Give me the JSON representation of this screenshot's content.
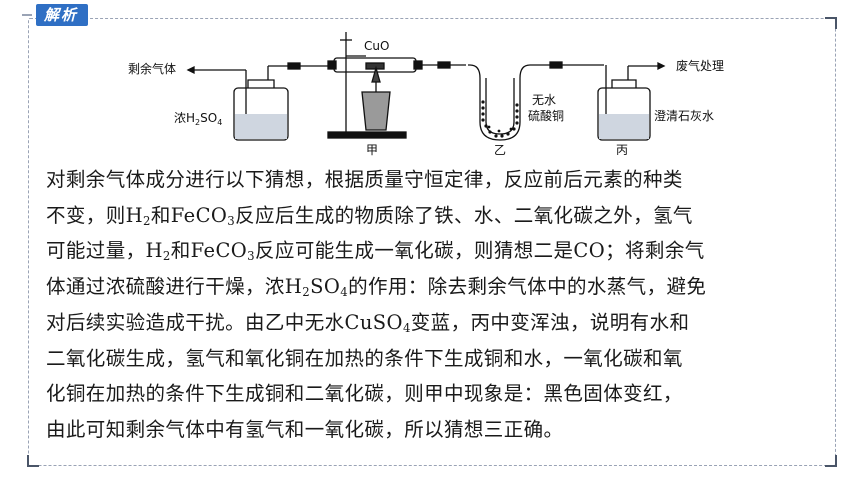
{
  "section_tag": "解析",
  "diagram": {
    "labels": {
      "inlet": "剩余气体",
      "cuo": "CuO",
      "bottle_left_prefix": "浓H",
      "bottle_left_sub1": "2",
      "bottle_left_mid": "SO",
      "bottle_left_sub2": "4",
      "u_tube_line1": "无水",
      "u_tube_line2": "硫酸铜",
      "outlet": "废气处理",
      "limewater": "澄清石灰水",
      "jia": "甲",
      "yi": "乙",
      "bing": "丙"
    }
  },
  "text": {
    "l1": "对剩余气体成分进行以下猜想，根据质量守恒定律，反应前后元素的种类",
    "l2a": "不变，则H",
    "l2b": "2",
    "l2c": "和FeCO",
    "l2d": "3",
    "l2e": "反应后生成的物质除了铁、水、二氧化碳之外，氢气",
    "l3a": "可能过量，H",
    "l3b": "2",
    "l3c": "和FeCO",
    "l3d": "3",
    "l3e": "反应可能生成一氧化碳，则猜想二是CO；将剩余气",
    "l4a": "体通过浓硫酸进行干燥，浓H",
    "l4b": "2",
    "l4c": "SO",
    "l4d": "4",
    "l4e": "的作用：除去剩余气体中的水蒸气，避免",
    "l5a": "对后续实验造成干扰。由乙中无水CuSO",
    "l5b": "4",
    "l5c": "变蓝，丙中变浑浊，说明有水和",
    "l6": "二氧化碳生成，氢气和氧化铜在加热的条件下生成铜和水，一氧化碳和氧",
    "l7": "化铜在加热的条件下生成铜和二氧化碳，则甲中现象是：黑色固体变红，",
    "l8": "由此可知剩余气体中有氢气和一氧化碳，所以猜想三正确。"
  }
}
